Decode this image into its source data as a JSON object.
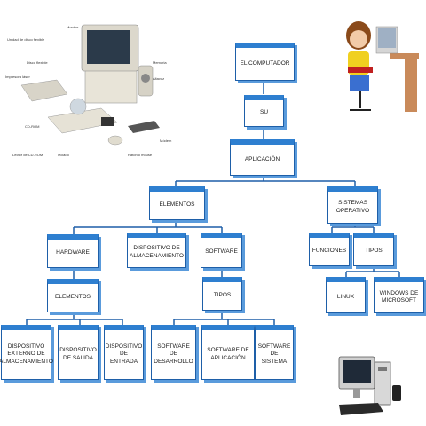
{
  "nodes": {
    "computador": "EL COMPUTADOR",
    "su": "SU",
    "aplicacion": "APLICACIÓN",
    "elementos": "ELEMENTOS",
    "sistemas": "SISTEMAS OPERATIVO",
    "hardware": "HARDWARE",
    "disp_alm": "DISPOSITIVO DE ALMACENAMIENTO",
    "software": "SOFTWARE",
    "funciones": "FUNCIONES",
    "tipos_so": "TIPOS",
    "hw_elementos": "ELEMENTOS",
    "sw_tipos": "TIPOS",
    "linux": "LINUX",
    "windows": "WINDOWS DE MICROSOFT",
    "disp_ext": "DISPOSITIVO EXTERNO DE ALMACENAMIENTO",
    "disp_salida": "DISPOSITIVO DE SALIDA",
    "disp_entrada": "DISPOSITIVO DE ENTRADA",
    "sw_desarrollo": "SOFTWARE DE DESARROLLO",
    "sw_aplicacion": "SOFTWARE DE APLICACIÓN",
    "sw_sistema": "SOFTWARE DE SISTEMA"
  },
  "pc_labels": {
    "monitor": "Monitor",
    "disco_flexible_unidad": "Unidad de disco flexible",
    "disco_flexible": "Disco flexible",
    "impresora": "Impresora láser",
    "cdrom": "CD-ROM",
    "lector_cd": "Lector de CD-ROM",
    "teclado": "Teclado",
    "raton": "Ratón o mouse",
    "modem": "Módem",
    "altavoz": "Altavoz",
    "memoria": "Memoria"
  },
  "colors": {
    "box_border": "#1e5fa8",
    "box_top": "#2e7fd0",
    "shadow": "#5a9bdc",
    "line": "#1e5fa8"
  }
}
